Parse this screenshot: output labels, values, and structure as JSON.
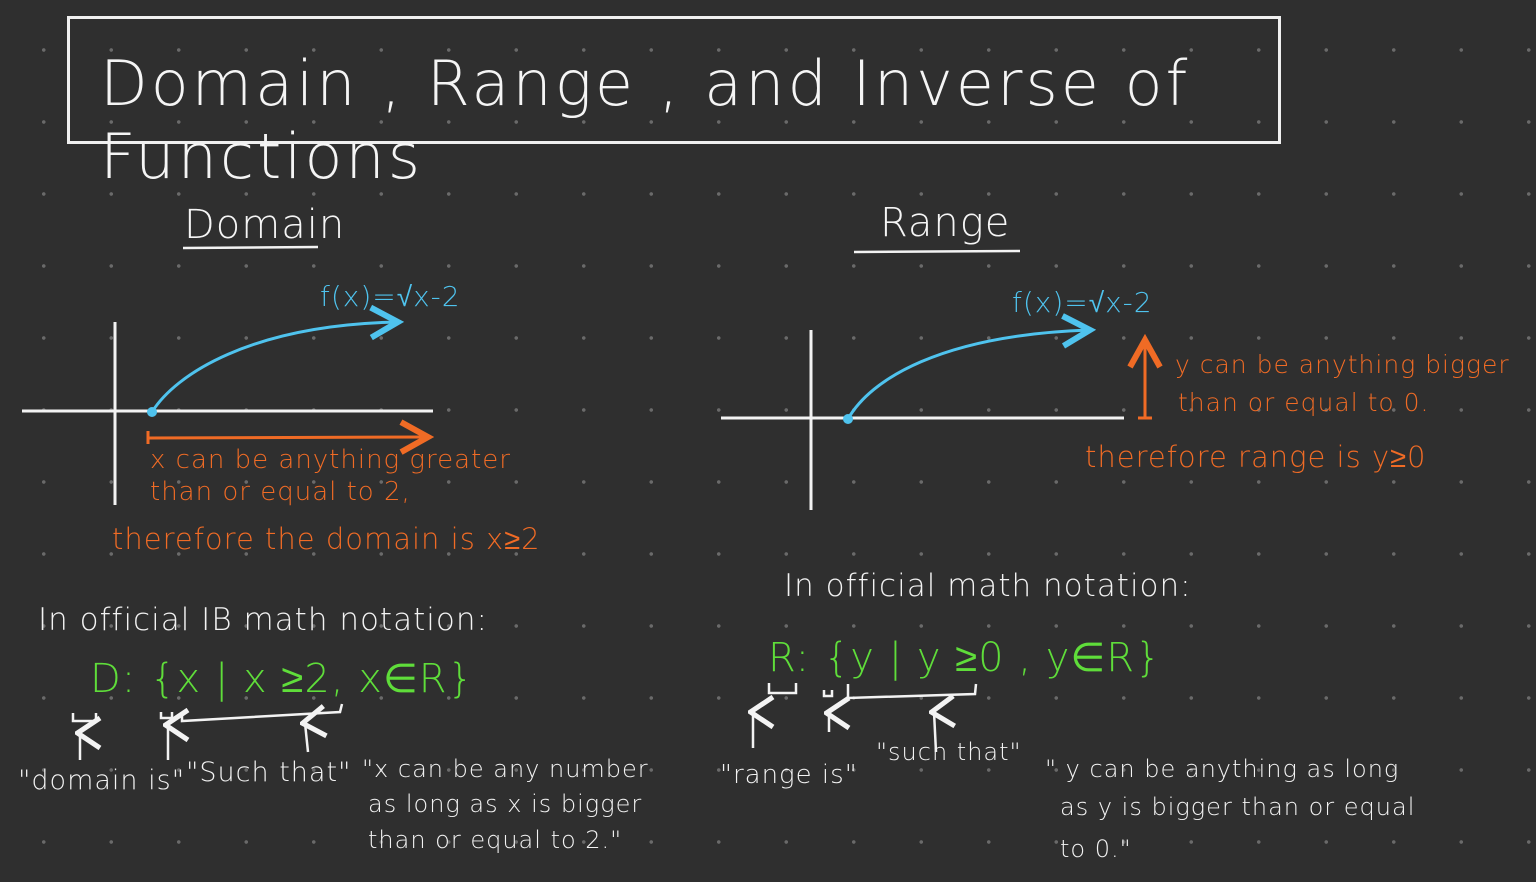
{
  "title": "Domain , Range , and Inverse of Functions",
  "colors": {
    "background": "#2f2f2f",
    "grid_dot": "#6a6a6a",
    "chalk_white": "#f3f3f3",
    "curve_blue": "#4fc3ee",
    "annotation_orange": "#f06b25",
    "notation_green": "#5fdd3a"
  },
  "domain": {
    "heading": "Domain",
    "function_label": "f(x)=√x-2",
    "explanation_line1": "x can be anything greater",
    "explanation_line2": "than or equal to 2,",
    "conclusion": "therefore the domain is x≥2",
    "notation_intro": "In official IB math notation:",
    "notation": {
      "lhs": "D:",
      "open": "{",
      "variable": "x",
      "bar": "|",
      "condition": "x ≥2, x∈R",
      "close": "}"
    },
    "notes": {
      "lhs_note": "\"domain is\"",
      "bar_note": "\"Such that\"",
      "condition_note_line1": "\"x can be any number",
      "condition_note_line2": "as long as x is bigger",
      "condition_note_line3": "than or equal to 2.\""
    }
  },
  "range": {
    "heading": "Range",
    "function_label": "f(x)=√x-2",
    "explanation_line1": "y can be anything bigger",
    "explanation_line2": "than or equal to 0.",
    "conclusion": "therefore range is y≥0",
    "notation_intro": "In official math notation:",
    "notation": {
      "lhs": "R:",
      "open": "{",
      "variable": "y",
      "bar": "|",
      "condition": "y ≥0 , y∈R",
      "close": "}"
    },
    "notes": {
      "lhs_note": "\"range is\"",
      "bar_note": "\"such that\"",
      "condition_note_line1": "\" y can be anything as long",
      "condition_note_line2": "as y is bigger than or equal",
      "condition_note_line3": "to 0.\""
    }
  }
}
